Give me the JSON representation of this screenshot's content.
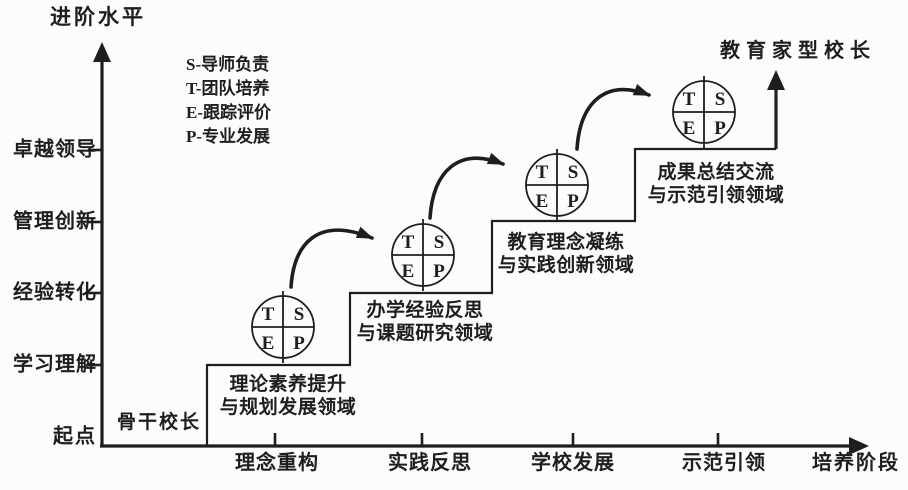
{
  "colors": {
    "ink": "#1e1e1e",
    "bg": "#fcfcfc"
  },
  "y_axis": {
    "title": "进阶水平",
    "tick_labels": [
      "卓越领导",
      "管理创新",
      "经验转化",
      "学习理解",
      "起点"
    ]
  },
  "x_axis": {
    "title": "培养阶段",
    "tick_labels": [
      "理念重构",
      "实践反思",
      "学校发展",
      "示范引领"
    ]
  },
  "legend": {
    "items": [
      "S-导师负责",
      "T-团队培养",
      "E-跟踪评价",
      "P-专业发展"
    ]
  },
  "start_label": "骨干校长",
  "end_label": "教育家型校长",
  "steps": [
    {
      "line1": "理论素养提升",
      "line2": "与规划发展领域"
    },
    {
      "line1": "办学经验反思",
      "line2": "与课题研究领域"
    },
    {
      "line1": "教育理念凝练",
      "line2": "与实践创新领域"
    },
    {
      "line1": "成果总结交流",
      "line2": "与示范引领领域"
    }
  ],
  "tsep": {
    "tl": "T",
    "tr": "S",
    "bl": "E",
    "br": "P"
  }
}
